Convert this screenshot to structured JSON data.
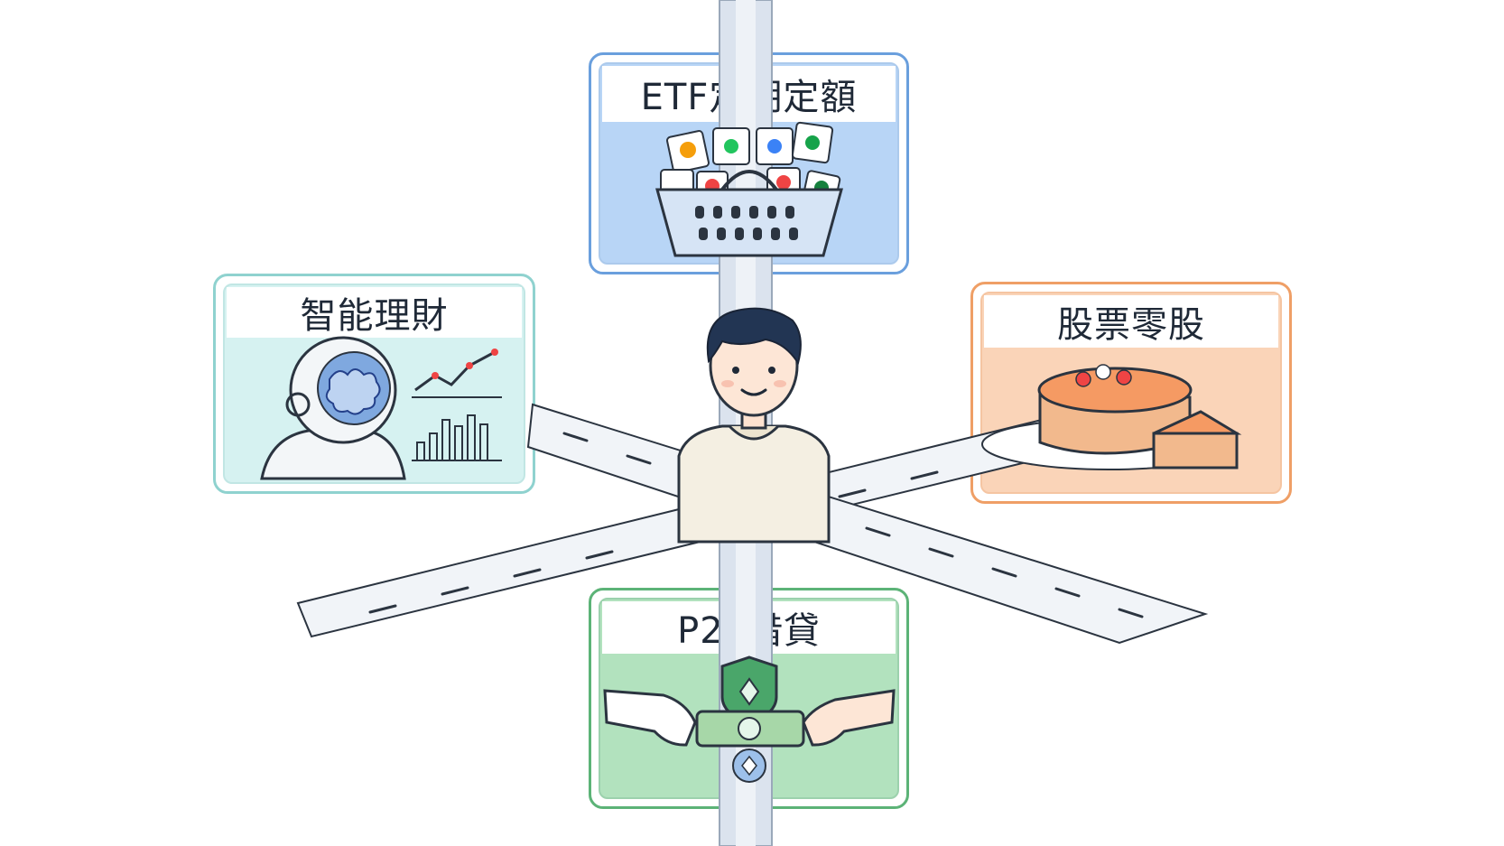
{
  "signs": {
    "top": {
      "label": "ETF定期定額",
      "color": "#7fb3ef",
      "border": "#6a9fdd"
    },
    "left": {
      "label": "智能理財",
      "color": "#b6e8e6",
      "border": "#8fd2cf"
    },
    "right": {
      "label": "股票零股",
      "color": "#f7b98a",
      "border": "#ef9f66"
    },
    "bottom": {
      "label": "P2P借貸",
      "color": "#7fcf93",
      "border": "#5cb377"
    }
  }
}
